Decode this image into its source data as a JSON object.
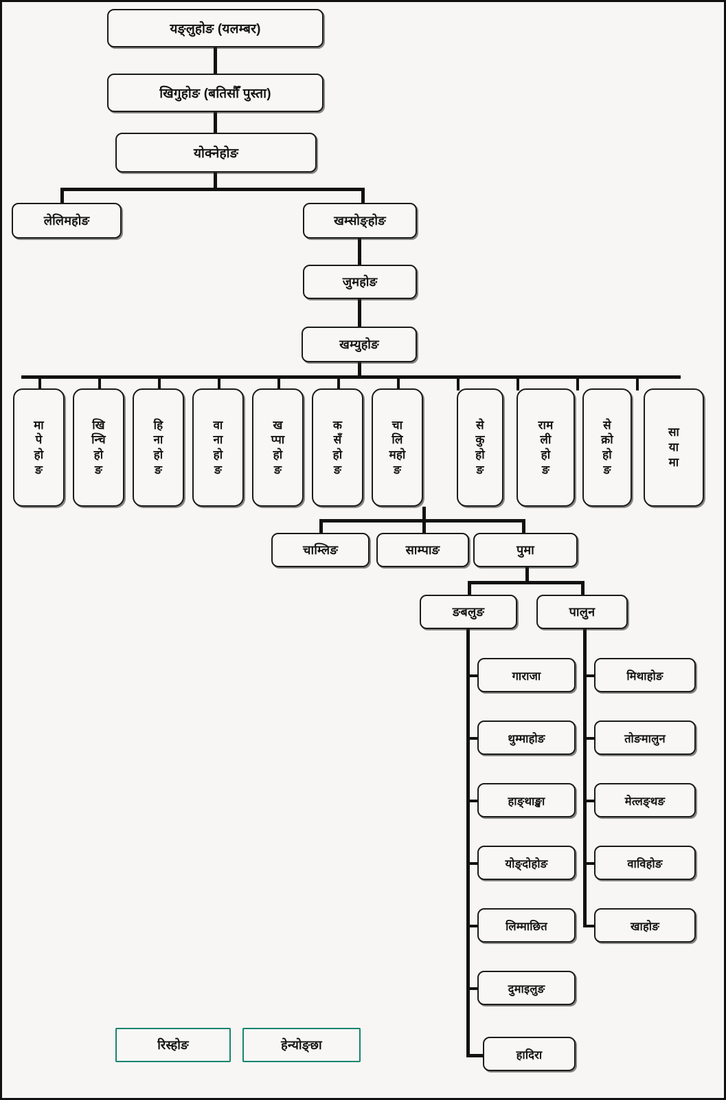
{
  "diagram": {
    "title": "Kirat Rai clan genealogy chart",
    "accent_border": "#1a1a1a",
    "teal_border": "#17836e",
    "background": "#f7f6f4"
  },
  "nodes": {
    "root": "यङ्लुहोङ (यलम्बर)",
    "gen2": "खिगुहोङ (बतिसौँ पुस्ता)",
    "gen3": "योक्नेहोङ",
    "gen4_left": "लेलिमहोङ",
    "gen4_right": "खम्सोङ्होङ",
    "gen5": "जुमहोङ",
    "gen6": "खम्युहोङ",
    "clans": [
      "मा\nपे\nहो\nङ",
      "खि\nन्चि\nहो\nङ",
      "हि\nना\nहो\nङ",
      "वा\nना\nहो\nङ",
      "ख\nप्पा\nहो\nङ",
      "क\nसँ\nहो\nङ",
      "चा\nलि\nमहो\nङ",
      "से\nकु\nहो\nङ",
      "राम\nली\nहो\nङ",
      "से\nक्रो\nहो\nङ",
      "सा\nया\nमा"
    ],
    "clans_flat": [
      "मापेहोङ",
      "खिन्चिहोङ",
      "हिनाहोङ",
      "वानाहोङ",
      "खप्पाहोङ",
      "कसँहोङ",
      "चालिमहोङ",
      "सेकुहोङ",
      "रामलीहोङ",
      "सेक्रोहोङ",
      "सायामा"
    ],
    "chalim_children": [
      "चाम्लिङ",
      "साम्पाङ",
      "पुमा"
    ],
    "puma_children": [
      "ङबलुङ",
      "पालुन"
    ],
    "ngabalung_children": [
      "गाराजा",
      "थुम्माहोङ",
      "हाङ्थाङ्खा",
      "योङ्दोहोङ",
      "लिम्माछित",
      "दुमाइलुङ",
      "हादिरा"
    ],
    "palun_children": [
      "मिथाहोङ",
      "तोङमालुन",
      "मेत्लङ्थङ",
      "वाविहोङ",
      "खाहोङ"
    ],
    "legend": [
      "रिस्होङ",
      "हेन्योङ्छा"
    ]
  }
}
